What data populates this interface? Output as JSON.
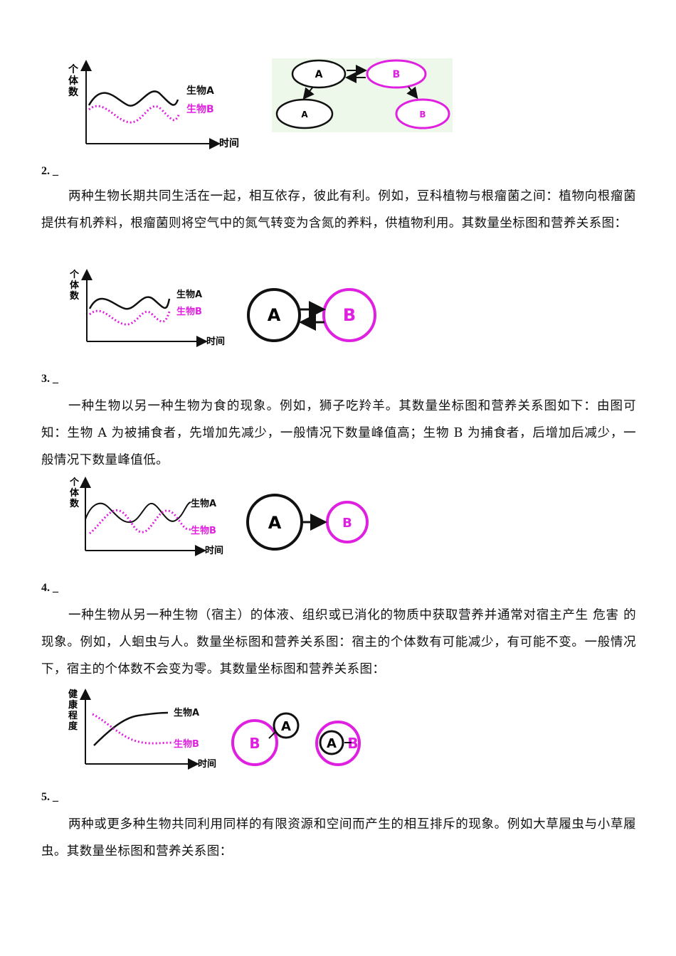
{
  "labels": {
    "y_axis": "个体数",
    "y_axis_health": "健康程度",
    "x_axis": "时间",
    "species_a": "生物A",
    "species_b": "生物B",
    "node_a": "A",
    "node_b": "B"
  },
  "colors": {
    "species_a": "#111111",
    "species_b": "#e020e0",
    "web_background": "#eef8ea"
  },
  "sections": [
    {
      "number": "2. _",
      "text": "两种生物长期共同生活在一起，相互依存，彼此有利。例如，豆科植物与根瘤菌之间：植物向根瘤菌提供有机养料，根瘤菌则将空气中的氮气转变为含氮的养料，供植物利用。其数量坐标图和营养关系图："
    },
    {
      "number": "3. _",
      "text": "一种生物以另一种生物为食的现象。例如，狮子吃羚羊。其数量坐标图和营养关系图如下：由图可知：生物 A 为被捕食者，先增加先减少，一般情况下数量峰值高；生物 B 为捕食者，后增加后减少，一般情况下数量峰值低。"
    },
    {
      "number": "4. _",
      "text": "一种生物从另一种生物（宿主）的体液、组织或已消化的物质中获取营养并通常对宿主产生 危害 的现象。例如，人蛔虫与人。数量坐标图和营养关系图：宿主的个体数有可能减少，有可能不变。一般情况下，宿主的个体数不会变为零。其数量坐标图和营养关系图："
    },
    {
      "number": "5. _",
      "text": "两种或更多种生物共同利用同样的有限资源和空间而产生的相互排斥的现象。例如大草履虫与小草履虫。其数量坐标图和营养关系图："
    }
  ]
}
